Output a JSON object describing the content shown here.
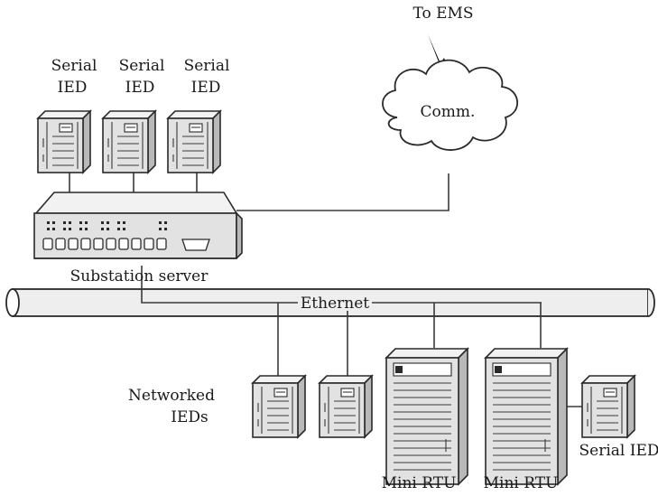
{
  "labels": {
    "to_ems": "To EMS",
    "serial_ied_line1": "Serial",
    "serial_ied_line2": "IED",
    "comm": "Comm.",
    "substation_server": "Substation server",
    "ethernet": "Ethernet",
    "networked_ieds_line1": "Networked",
    "networked_ieds_line2": "IEDs",
    "mini_rtu": "Mini RTU",
    "serial_ied_right": "Serial IED"
  }
}
